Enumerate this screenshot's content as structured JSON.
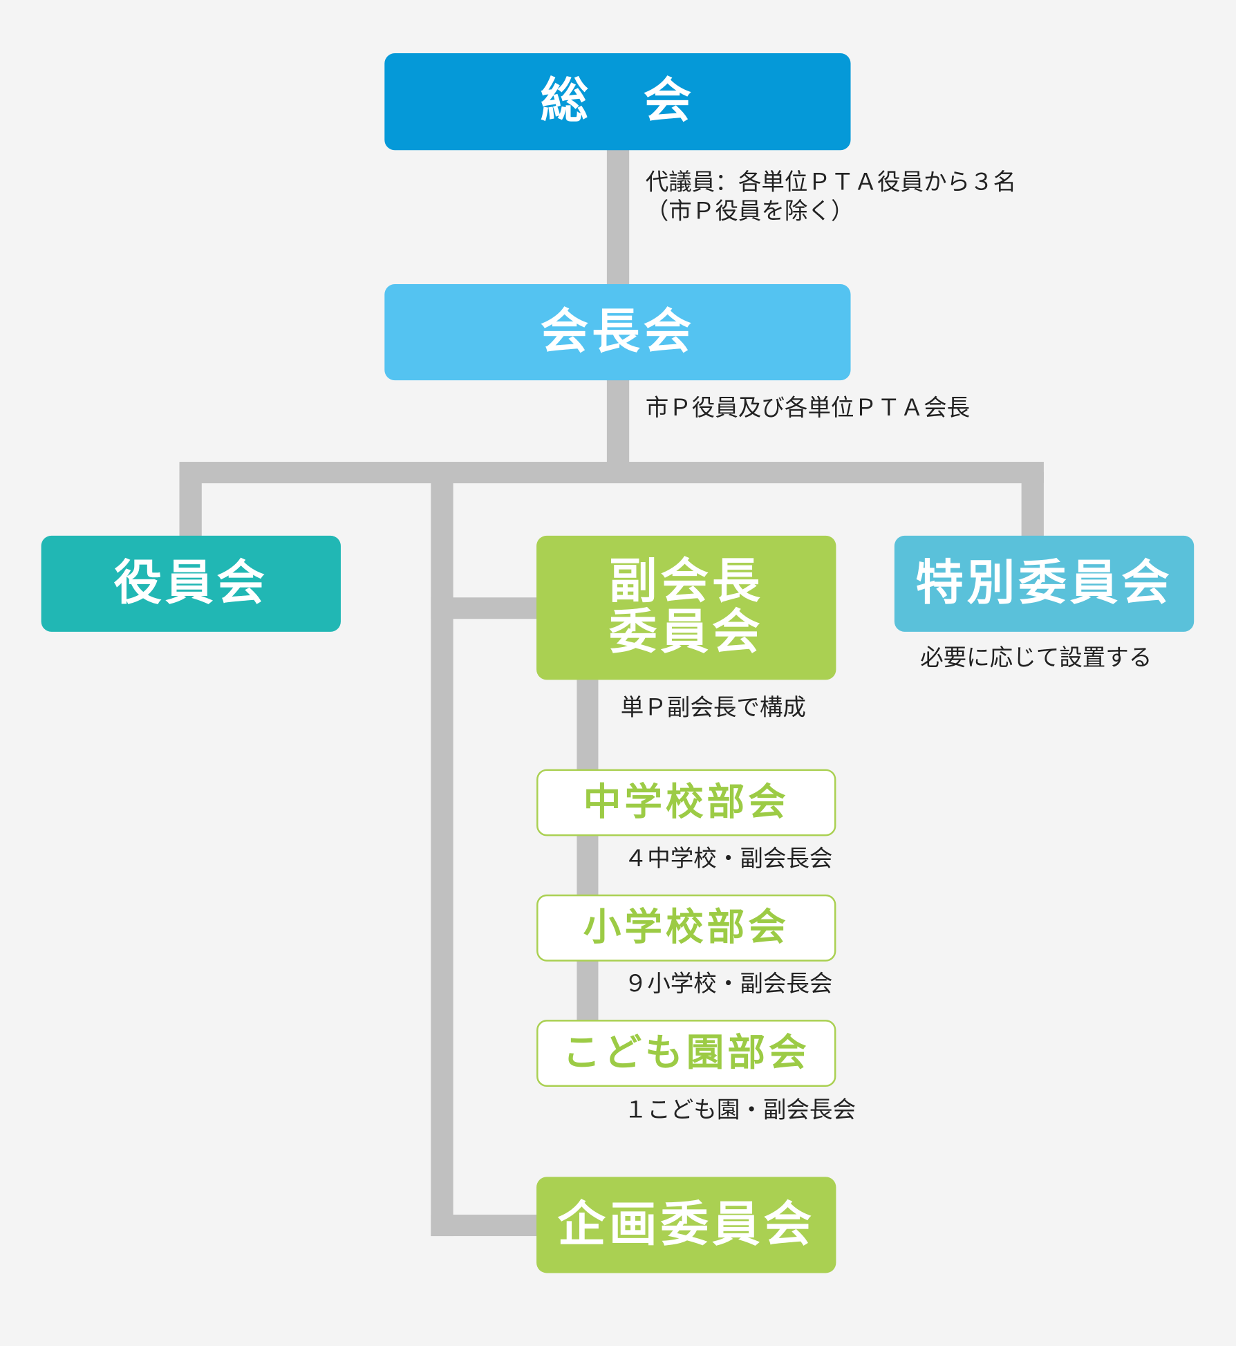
{
  "nodes": {
    "general": "総　会",
    "presidents": "会長会",
    "officers": "役員会",
    "vice_line1": "副会長",
    "vice_line2": "委員会",
    "special": "特別委員会",
    "junior_high": "中学校部会",
    "elementary": "小学校部会",
    "kindergarten": "こども園部会",
    "planning": "企画委員会"
  },
  "notes": {
    "general_1": "代議員：各単位ＰＴＡ役員から３名",
    "general_2": "（市Ｐ役員を除く）",
    "presidents": "市Ｐ役員及び各単位ＰＴＡ会長",
    "special": "必要に応じて設置する",
    "vice": "単Ｐ副会長で構成",
    "junior_high": "４中学校・副会長会",
    "elementary": "９小学校・副会長会",
    "kindergarten": "１こども園・副会長会"
  },
  "colors": {
    "general": "#0599d8",
    "presidents": "#54c3f1",
    "officers": "#21b7b4",
    "green": "#aad052",
    "special": "#5ac1da",
    "line": "#c0c0c0"
  }
}
